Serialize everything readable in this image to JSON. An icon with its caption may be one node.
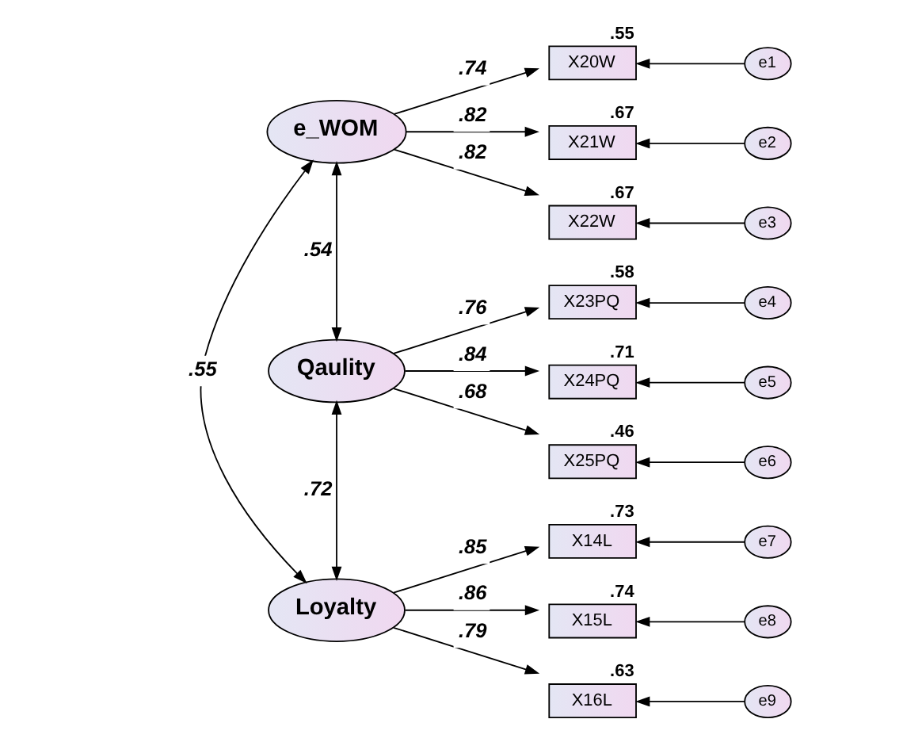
{
  "diagram": {
    "nodes": [
      {
        "text": [
          "e_WOM"
        ]
      },
      {
        "text": [
          "Qaulity"
        ]
      },
      {
        "text": [
          "Loyalty"
        ]
      },
      {
        "text": [
          "X20W"
        ],
        "beside": [
          ".55"
        ]
      },
      {
        "text": [
          "X21W"
        ],
        "beside": [
          ".67"
        ]
      },
      {
        "text": [
          "X22W"
        ],
        "beside": [
          ".67"
        ]
      },
      {
        "text": [
          "X23PQ"
        ],
        "beside": [
          ".58"
        ]
      },
      {
        "text": [
          "X24PQ"
        ],
        "beside": [
          ".71"
        ]
      },
      {
        "text": [
          "X25PQ"
        ],
        "beside": [
          ".46"
        ]
      },
      {
        "text": [
          "X14L"
        ],
        "beside": [
          ".73"
        ]
      },
      {
        "text": [
          "X15L"
        ],
        "beside": [
          ".74"
        ]
      },
      {
        "text": [
          "X16L"
        ],
        "beside": [
          ".63"
        ]
      },
      {
        "text": [
          "e1"
        ]
      },
      {
        "text": [
          "e2"
        ]
      },
      {
        "text": [
          "e3"
        ]
      },
      {
        "text": [
          "e4"
        ]
      },
      {
        "text": [
          "e5"
        ]
      },
      {
        "text": [
          "e6"
        ]
      },
      {
        "text": [
          "e7"
        ]
      },
      {
        "text": [
          "e8"
        ]
      },
      {
        "text": [
          "e9"
        ]
      }
    ],
    "edges": [
      {
        "from": 0,
        "to": 3,
        "arrow": "to",
        "label": ".74"
      },
      {
        "from": 0,
        "to": 4,
        "arrow": "to",
        "label": ".82"
      },
      {
        "from": 0,
        "to": 5,
        "arrow": "to",
        "label": ".82"
      },
      {
        "from": 1,
        "to": 6,
        "arrow": "to",
        "label": ".76"
      },
      {
        "from": 1,
        "to": 7,
        "arrow": "to",
        "label": ".84"
      },
      {
        "from": 1,
        "to": 8,
        "arrow": "to",
        "label": ".68"
      },
      {
        "from": 2,
        "to": 9,
        "arrow": "to",
        "label": ".85"
      },
      {
        "from": 2,
        "to": 10,
        "arrow": "to",
        "label": ".86"
      },
      {
        "from": 2,
        "to": 11,
        "arrow": "to",
        "label": ".79"
      },
      {
        "from": 12,
        "to": 3,
        "arrow": "to"
      },
      {
        "from": 13,
        "to": 4,
        "arrow": "to"
      },
      {
        "from": 14,
        "to": 5,
        "arrow": "to"
      },
      {
        "from": 15,
        "to": 6,
        "arrow": "to"
      },
      {
        "from": 16,
        "to": 7,
        "arrow": "to"
      },
      {
        "from": 17,
        "to": 8,
        "arrow": "to"
      },
      {
        "from": 18,
        "to": 9,
        "arrow": "to"
      },
      {
        "from": 19,
        "to": 10,
        "arrow": "to"
      },
      {
        "from": 20,
        "to": 11,
        "arrow": "to"
      },
      {
        "from": 0,
        "to": 1,
        "arrow": "both",
        "label": ".54"
      },
      {
        "from": 1,
        "to": 2,
        "arrow": "both",
        "label": ".72"
      },
      {
        "from": 0,
        "to": 2,
        "arrow": "both",
        "label": ".55"
      }
    ]
  }
}
